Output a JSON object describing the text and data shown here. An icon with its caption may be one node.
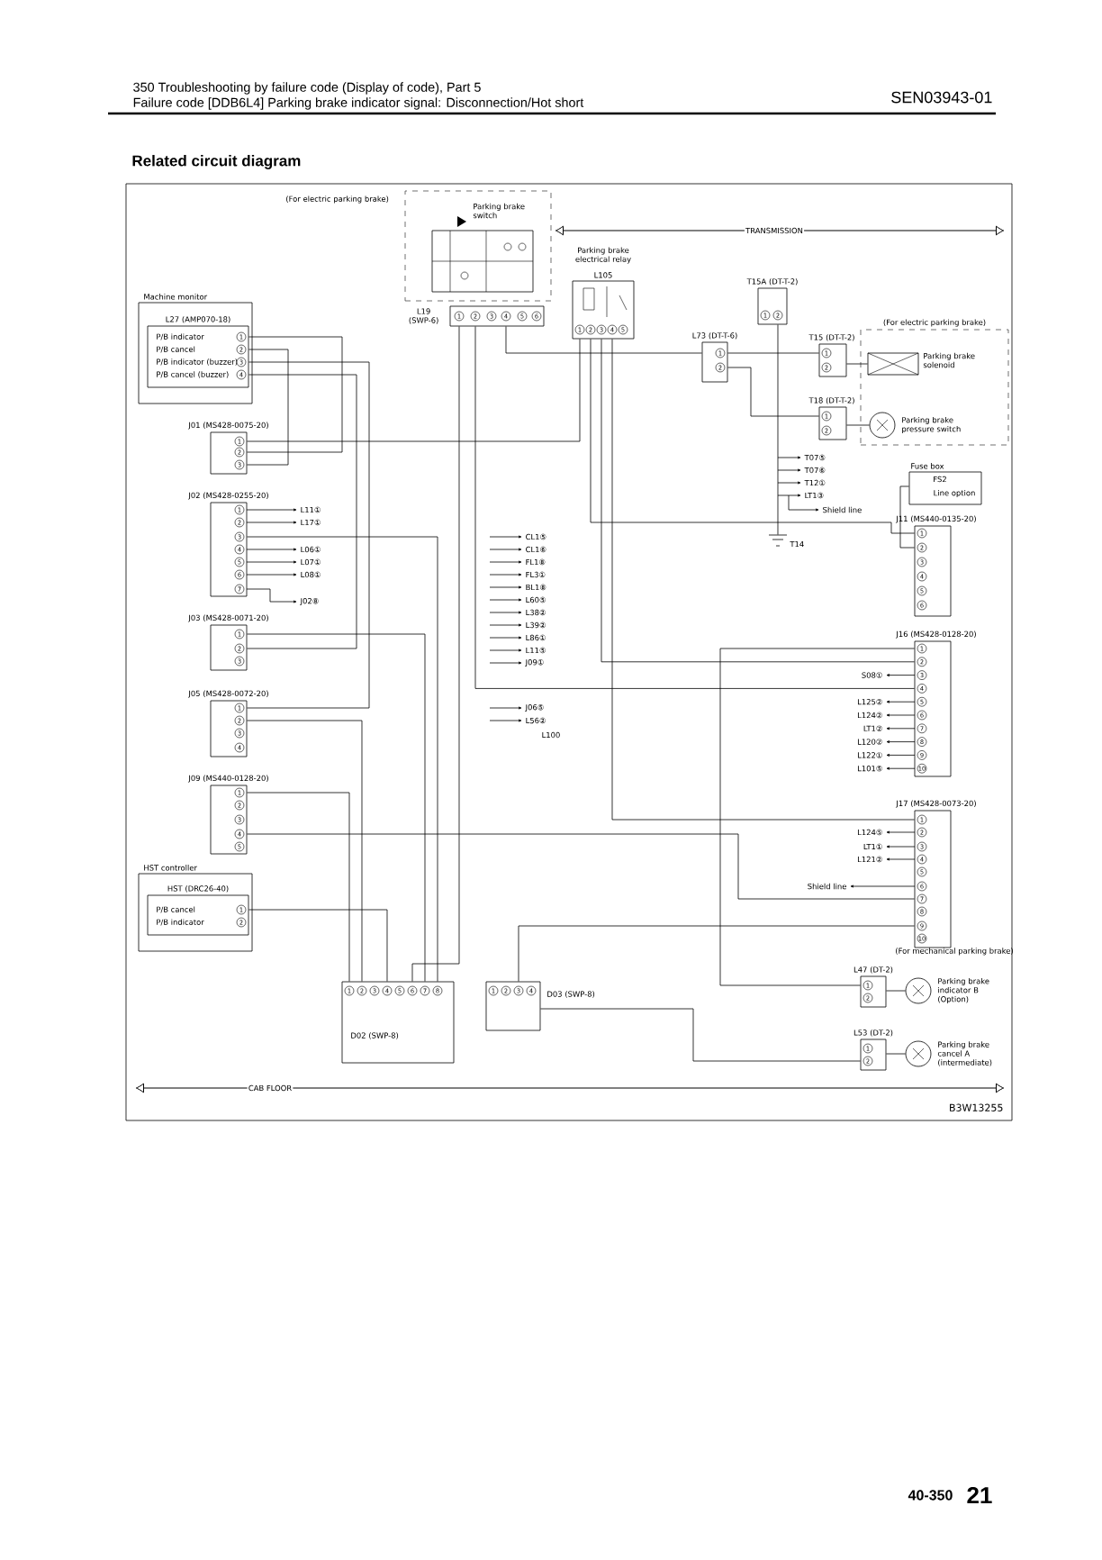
{
  "diagram": {
    "title": "Related circuit diagram",
    "nodes": [
      {
        "text": [
          "(For electric parking brake)"
        ]
      },
      {
        "text": [
          "Parking brake switch"
        ],
        "in": 0
      },
      {
        "text": [
          "L19 (SWP-6)",
          "1",
          "2",
          "3",
          "4",
          "5",
          "6"
        ]
      },
      {
        "text": [
          "Machine monitor"
        ]
      },
      {
        "text": [
          "L27 (AMP070-18)",
          "P/B indicator",
          "P/B cancel",
          "P/B indicator (buzzer)",
          "P/B cancel (buzzer)",
          "1",
          "2",
          "3",
          "4"
        ],
        "in": 3
      },
      {
        "text": [
          "J01 (MS428-0075-20)",
          "1",
          "2",
          "3"
        ]
      },
      {
        "text": [
          "J02 (MS428-0255-20)",
          "1",
          "2",
          "3",
          "4",
          "5",
          "6",
          "7"
        ]
      },
      {
        "text": [
          "J03 (MS428-0071-20)",
          "1",
          "2",
          "3"
        ]
      },
      {
        "text": [
          "J05 (MS428-0072-20)",
          "1",
          "2",
          "3",
          "4"
        ]
      },
      {
        "text": [
          "J09 (MS440-0128-20)",
          "1",
          "2",
          "3",
          "4",
          "5"
        ]
      },
      {
        "text": [
          "HST controller"
        ]
      },
      {
        "text": [
          "HST (DRC26-40)",
          "P/B cancel",
          "P/B indicator",
          "1",
          "2"
        ],
        "in": 10
      },
      {
        "text": [
          "D02 (SWP-8)",
          "1",
          "2",
          "3",
          "4",
          "5",
          "6",
          "7",
          "8"
        ]
      },
      {
        "text": [
          "D03 (SWP-8)",
          "1",
          "2",
          "3",
          "4"
        ]
      },
      {
        "text": [
          "Parking brake electrical relay",
          "L105",
          "1",
          "2",
          "3",
          "4",
          "5"
        ]
      },
      {
        "text": [
          "T15A (DT-T-2)",
          "1",
          "2"
        ]
      },
      {
        "text": [
          "L73 (DT-T-6)",
          "1",
          "2"
        ]
      },
      {
        "text": [
          "(For electric parking brake)"
        ]
      },
      {
        "text": [
          "T15 (DT-T-2)",
          "1",
          "2"
        ]
      },
      {
        "text": [
          "Parking brake solenoid"
        ],
        "in": 17
      },
      {
        "text": [
          "T18 (DT-T-2)",
          "1",
          "2"
        ]
      },
      {
        "text": [
          "Parking brake pressure switch"
        ],
        "in": 17
      },
      {
        "text": [
          "T14"
        ]
      },
      {
        "text": [
          "Fuse box",
          "FS2",
          "Line option"
        ]
      },
      {
        "text": [
          "J11 (MS440-0135-20)",
          "1",
          "2",
          "3",
          "4",
          "5",
          "6"
        ]
      },
      {
        "text": [
          "J16 (MS428-0128-20)",
          "1",
          "2",
          "3",
          "4",
          "5",
          "6",
          "7",
          "8",
          "9",
          "10"
        ]
      },
      {
        "text": [
          "J17 (MS428-0073-20)",
          "1",
          "2",
          "3",
          "4",
          "5",
          "6",
          "7",
          "8",
          "9",
          "10"
        ]
      },
      {
        "text": [
          "L47 (DT-2)",
          "1",
          "2"
        ]
      },
      {
        "text": [
          "Parking brake indicator B (Option)"
        ]
      },
      {
        "text": [
          "L53 (DT-2)",
          "1",
          "2"
        ]
      },
      {
        "text": [
          "Parking brake cancel A (intermediate)"
        ]
      }
    ],
    "edges": [
      {
        "from": 4,
        "to": 5,
        "arrow": "none"
      },
      {
        "from": 4,
        "to": 5,
        "arrow": "none"
      },
      {
        "from": 4,
        "to": 8,
        "arrow": "none"
      },
      {
        "from": 4,
        "to": 7,
        "arrow": "none"
      },
      {
        "from": 5,
        "to": 14,
        "arrow": "none"
      },
      {
        "from": 2,
        "to": 16,
        "arrow": "none"
      },
      {
        "from": 16,
        "to": 18,
        "arrow": "none"
      },
      {
        "from": 16,
        "to": 20,
        "arrow": "none"
      },
      {
        "from": 18,
        "to": 19,
        "arrow": "none"
      },
      {
        "from": 20,
        "to": 21,
        "arrow": "none"
      },
      {
        "from": 15,
        "to": 22,
        "arrow": "none"
      },
      {
        "from": 23,
        "to": 24,
        "arrow": "none"
      },
      {
        "from": 14,
        "to": 24,
        "arrow": "none"
      },
      {
        "from": 14,
        "to": 25,
        "arrow": "none"
      },
      {
        "from": 14,
        "to": 26,
        "arrow": "none"
      },
      {
        "from": 2,
        "to": 25,
        "arrow": "none"
      },
      {
        "from": 2,
        "to": 12,
        "arrow": "none"
      },
      {
        "from": 8,
        "to": 12,
        "arrow": "none"
      },
      {
        "from": 9,
        "to": 12,
        "arrow": "none"
      },
      {
        "from": 11,
        "to": 12,
        "arrow": "none"
      },
      {
        "from": 7,
        "to": 12,
        "arrow": "none"
      },
      {
        "from": 9,
        "to": 26,
        "arrow": "none"
      },
      {
        "from": 13,
        "to": 29,
        "arrow": "none"
      },
      {
        "from": 25,
        "to": 27,
        "arrow": "none"
      },
      {
        "from": 26,
        "to": 13,
        "arrow": "none"
      },
      {
        "from": 6,
        "to": 12,
        "arrow": "none"
      },
      {
        "from": 27,
        "to": 28,
        "arrow": "none"
      },
      {
        "from": 29,
        "to": 30,
        "arrow": "none"
      }
    ],
    "labels": [
      "350 Troubleshooting by failure code (Display of code), Part 5",
      "Failure code [DDB6L4] Parking brake indicator signal: Disconnection/Hot short",
      "SEN03943-01",
      "TRANSMISSION",
      "L11①",
      "L17①",
      "L06①",
      "L07①",
      "L08①",
      "J02⑧",
      "CL1⑤",
      "CL1⑥",
      "FL1⑧",
      "FL3①",
      "BL1⑧",
      "L60⑤",
      "L38②",
      "L39②",
      "L86①",
      "L11⑤",
      "J09①",
      "J06⑤",
      "L56②",
      "L100",
      "T07⑤",
      "T07⑥",
      "T12①",
      "LT1③",
      "Shield line",
      "S08①",
      "L125②",
      "L124②",
      "LT1②",
      "L120②",
      "L122①",
      "L101⑤",
      "L124⑤",
      "LT1①",
      "L121②",
      "Shield line",
      "(For mechanical parking brake)",
      "CAB FLOOR",
      "B3W13255",
      "40-350",
      "21"
    ]
  }
}
